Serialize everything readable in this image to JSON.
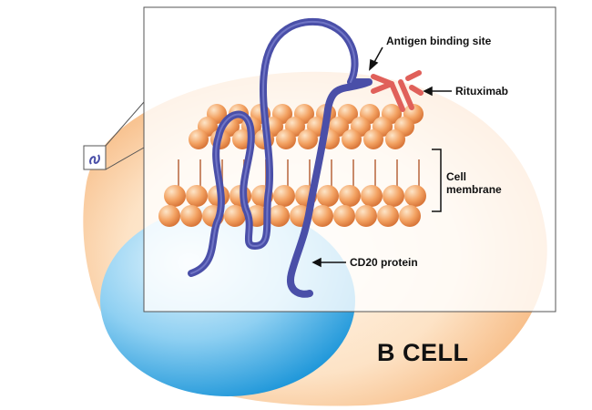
{
  "labels": {
    "antigen_binding_site": "Antigen binding site",
    "rituximab": "Rituximab",
    "cell_membrane_line1": "Cell",
    "cell_membrane_line2": "membrane",
    "cd20_protein": "CD20 protein",
    "b_cell": "B CELL"
  },
  "colors": {
    "cytoplasm": "#f7c89a",
    "nucleus": "#1a9ee0",
    "lipid_head": "#f29a55",
    "protein": "#4a4fa8",
    "antibody": "#e0605a"
  }
}
